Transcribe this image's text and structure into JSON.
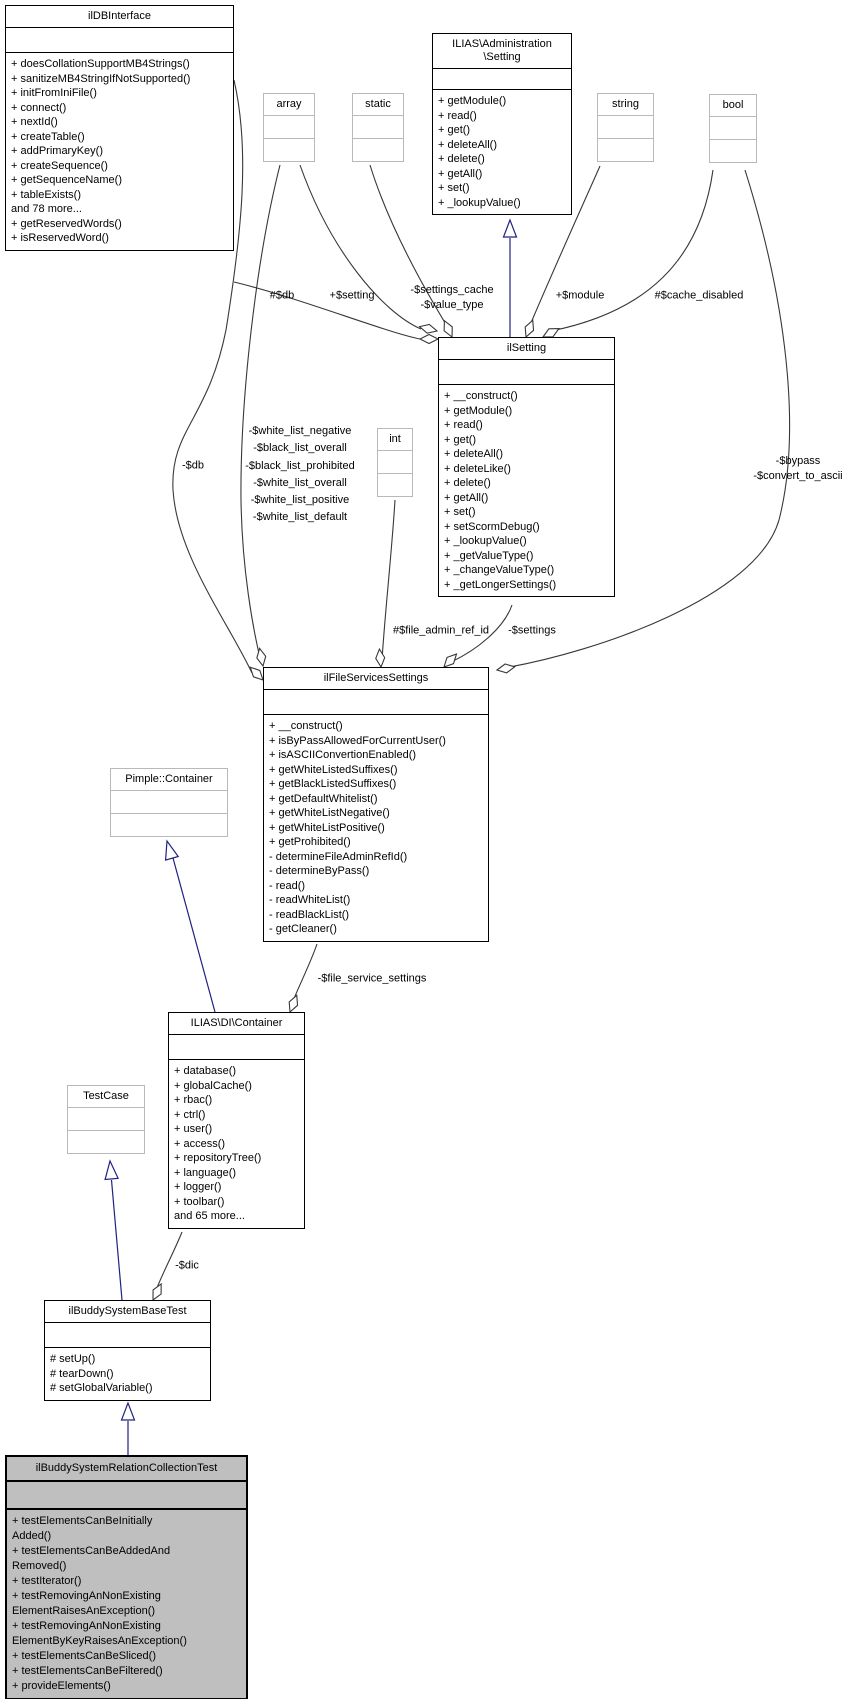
{
  "nodes": {
    "ildbinterface": {
      "title": "ilDBInterface",
      "methods": [
        "+ doesCollationSupportMB4Strings()",
        "+ sanitizeMB4StringIfNotSupported()",
        "+ initFromIniFile()",
        "+ connect()",
        "+ nextId()",
        "+ createTable()",
        "+ addPrimaryKey()",
        "+ createSequence()",
        "+ getSequenceName()",
        "+ tableExists()",
        "and 78 more...",
        "+ getReservedWords()",
        "+ isReservedWord()"
      ]
    },
    "admin_setting": {
      "title_line1": "ILIAS\\Administration",
      "title_line2": "\\Setting",
      "methods": [
        "+ getModule()",
        "+ read()",
        "+ get()",
        "+ deleteAll()",
        "+ delete()",
        "+ getAll()",
        "+ set()",
        "+ _lookupValue()"
      ]
    },
    "array_type": {
      "title": "array"
    },
    "static_type": {
      "title": "static"
    },
    "string_type": {
      "title": "string"
    },
    "bool_type": {
      "title": "bool"
    },
    "int_type": {
      "title": "int"
    },
    "ilsetting": {
      "title": "ilSetting",
      "methods": [
        "+ __construct()",
        "+ getModule()",
        "+ read()",
        "+ get()",
        "+ deleteAll()",
        "+ deleteLike()",
        "+ delete()",
        "+ getAll()",
        "+ set()",
        "+ setScormDebug()",
        "+ _lookupValue()",
        "+ _getValueType()",
        "+ _changeValueType()",
        "+ _getLongerSettings()"
      ]
    },
    "ilfileservicessettings": {
      "title": "ilFileServicesSettings",
      "methods": [
        "+ __construct()",
        "+ isByPassAllowedForCurrentUser()",
        "+ isASCIIConvertionEnabled()",
        "+ getWhiteListedSuffixes()",
        "+ getBlackListedSuffixes()",
        "+ getDefaultWhitelist()",
        "+ getWhiteListNegative()",
        "+ getWhiteListPositive()",
        "+ getProhibited()",
        "- determineFileAdminRefId()",
        "- determineByPass()",
        "- read()",
        "- readWhiteList()",
        "- readBlackList()",
        "- getCleaner()"
      ]
    },
    "pimple_container": {
      "title": "Pimple::Container"
    },
    "di_container": {
      "title": "ILIAS\\DI\\Container",
      "methods": [
        "+ database()",
        "+ globalCache()",
        "+ rbac()",
        "+ ctrl()",
        "+ user()",
        "+ access()",
        "+ repositoryTree()",
        "+ language()",
        "+ logger()",
        "+ toolbar()",
        "and 65 more..."
      ]
    },
    "testcase": {
      "title": "TestCase"
    },
    "ilbuddysystembasetest": {
      "title": "ilBuddySystemBaseTest",
      "methods": [
        "# setUp()",
        "# tearDown()",
        "# setGlobalVariable()"
      ]
    },
    "ilbuddysystemrelationcollectiontest": {
      "title": "ilBuddySystemRelationCollectionTest",
      "methods": [
        "+ testElementsCanBeInitially",
        "Added()",
        "+ testElementsCanBeAddedAnd",
        "Removed()",
        "+ testIterator()",
        "+ testRemovingAnNonExisting",
        "ElementRaisesAnException()",
        "+ testRemovingAnNonExisting",
        "ElementByKeyRaisesAnException()",
        "+ testElementsCanBeSliced()",
        "+ testElementsCanBeFiltered()",
        "+ provideElements()"
      ]
    }
  },
  "labels": {
    "db_protected": "#$db",
    "setting": "+$setting",
    "settings_cache": "-$settings_cache",
    "value_type": "-$value_type",
    "module": "+$module",
    "cache_disabled": "#$cache_disabled",
    "db_private": "-$db",
    "white_list": [
      "-$white_list_negative",
      "-$black_list_overall",
      "-$black_list_prohibited",
      "-$white_list_overall",
      "-$white_list_positive",
      "-$white_list_default"
    ],
    "file_admin_ref_id": "#$file_admin_ref_id",
    "settings_member": "-$settings",
    "bypass": "-$bypass",
    "convert_to_ascii": "-$convert_to_ascii",
    "file_service_settings": "-$file_service_settings",
    "dic": "-$dic"
  },
  "colors": {
    "association": "#383838",
    "inheritance": "#202080",
    "highlight_fill": "#bfbfbf",
    "unresolved_border": "#b9b9b9"
  }
}
